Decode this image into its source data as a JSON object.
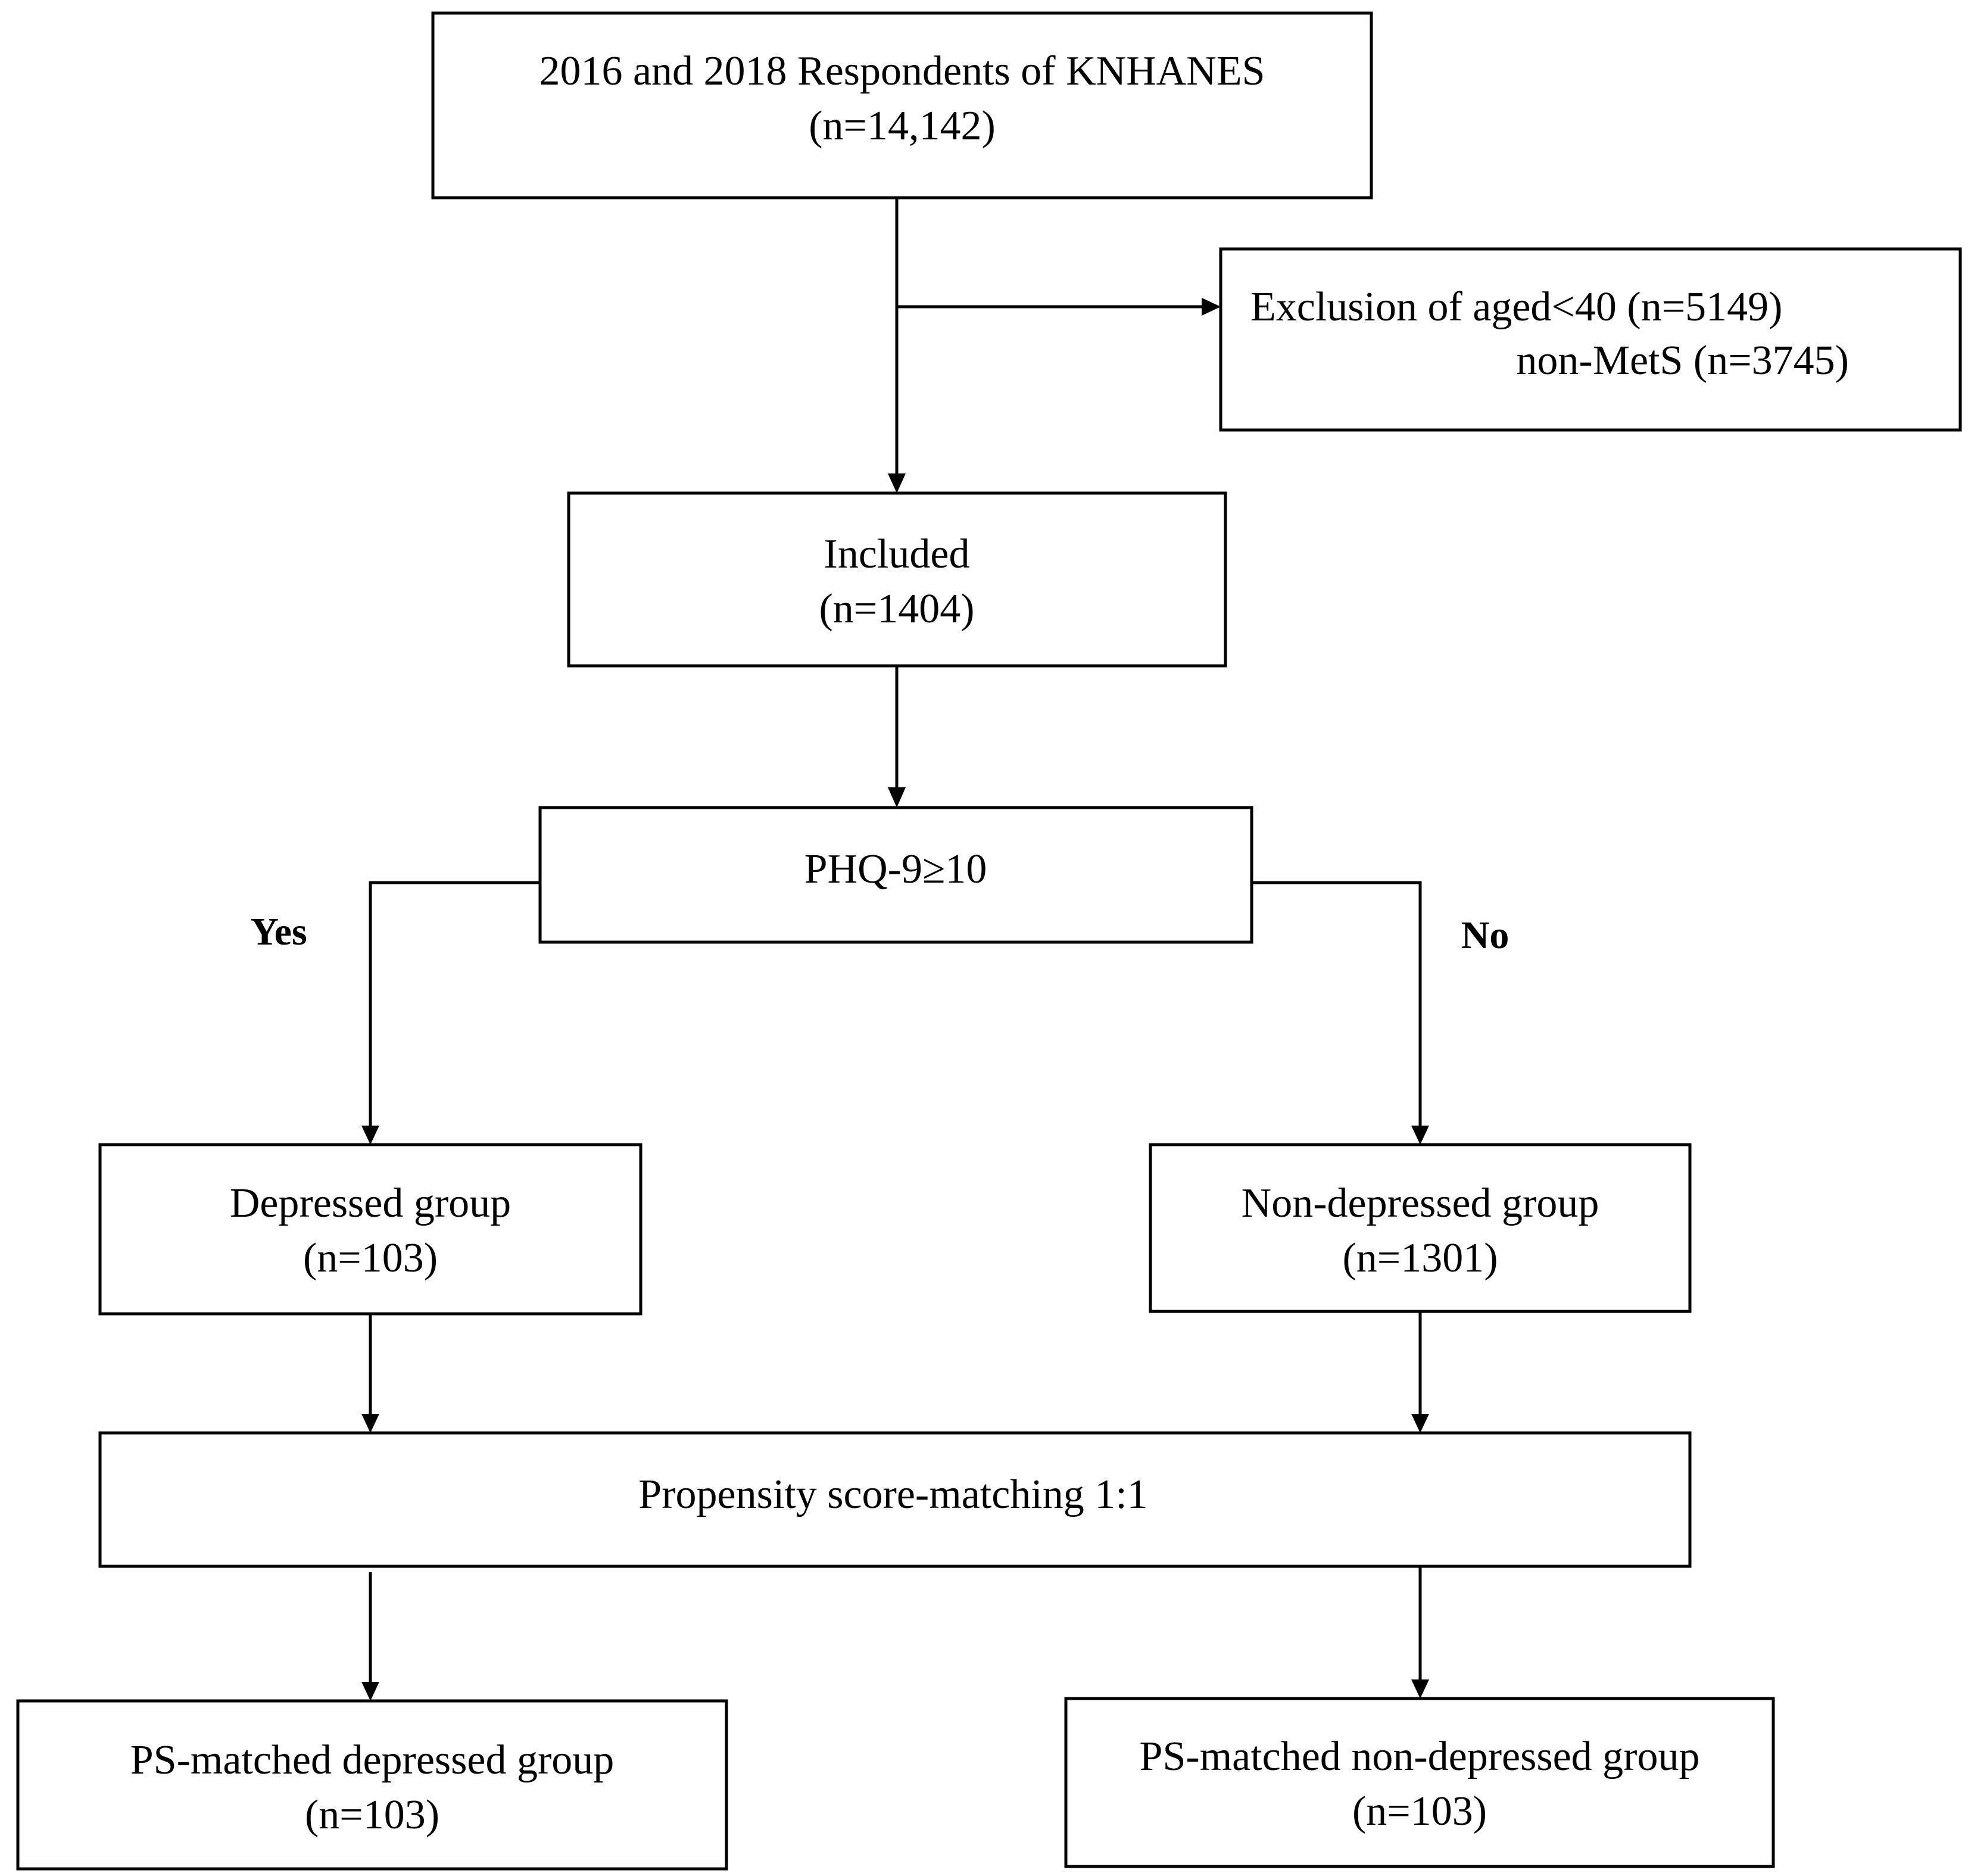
{
  "boxes": {
    "respondents": {
      "line1": "2016 and 2018 Respondents of KNHANES",
      "line2": "(n=14,142)"
    },
    "exclusion": {
      "line1": "Exclusion of aged<40 (n=5149)",
      "line2": "non-MetS (n=3745)"
    },
    "included": {
      "line1": "Included",
      "line2": "(n=1404)"
    },
    "phq": {
      "line1": "PHQ-9≥10"
    },
    "depressed": {
      "line1": "Depressed group",
      "line2": "(n=103)"
    },
    "nondepressed": {
      "line1": "Non-depressed group",
      "line2": "(n=1301)"
    },
    "psm": {
      "line1": "Propensity score-matching 1:1"
    },
    "ps_depressed": {
      "line1": "PS-matched depressed group",
      "line2": "(n=103)"
    },
    "ps_nondepressed": {
      "line1": "PS-matched non-depressed group",
      "line2": "(n=103)"
    }
  },
  "branch_labels": {
    "yes": "Yes",
    "no": "No"
  }
}
